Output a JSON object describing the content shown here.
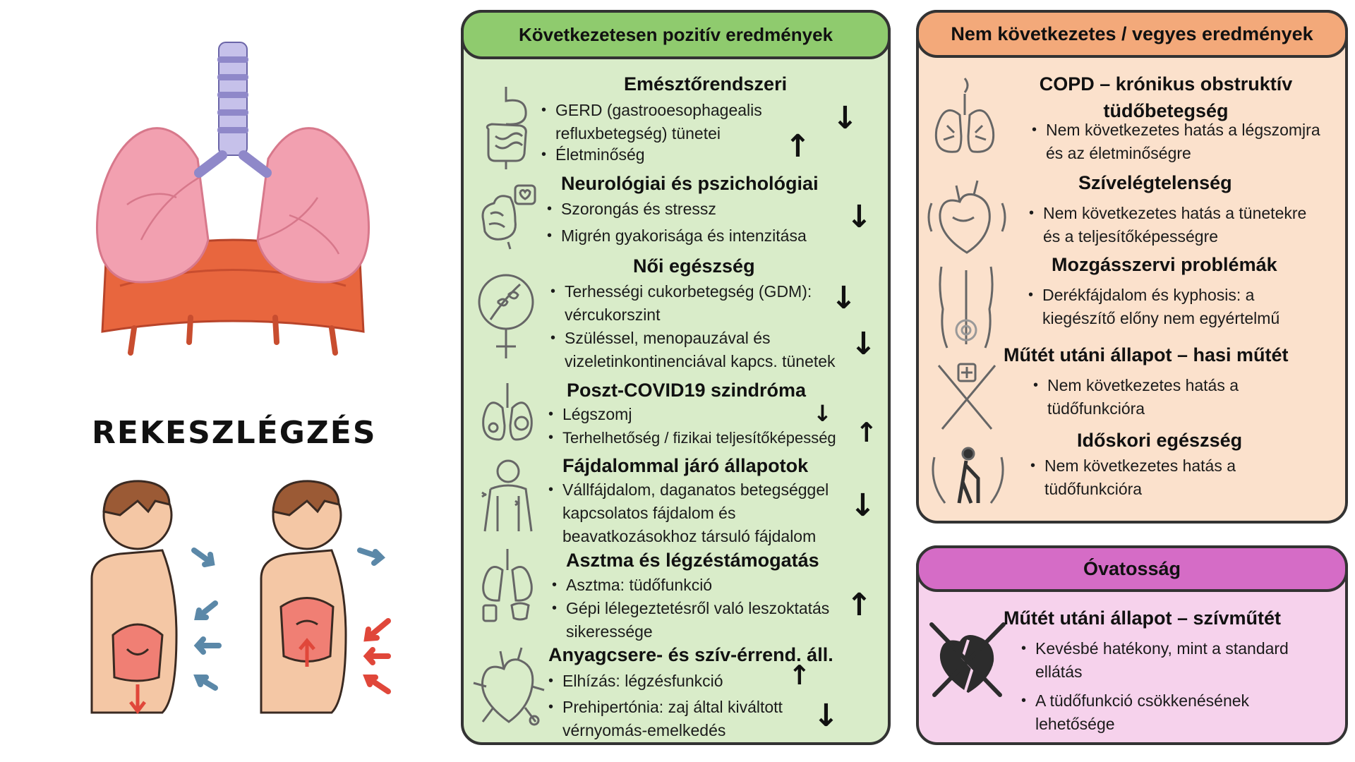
{
  "title": "REKESZLÉGZÉS",
  "colors": {
    "positive_header": "#8fcb6e",
    "positive_bg": "#d9ecc9",
    "mixed_header": "#f3a97a",
    "mixed_bg": "#fbe1cc",
    "caution_header": "#d56cc6",
    "caution_bg": "#f6d2ec",
    "lung": "#f2a0b0",
    "diaphragm": "#e8663e",
    "trachea": "#a9a3d8"
  },
  "positive": {
    "header": "Következetesen pozitív eredmények",
    "sections": [
      {
        "icon": "digestive-system-icon",
        "title": "Emésztőrendszeri",
        "bullets": [
          "GERD (gastrooesophagealis refluxbetegség) tünetei",
          "Életminőség"
        ]
      },
      {
        "icon": "brain-heart-icon",
        "title": "Neurológiai és pszichológiai",
        "bullets": [
          "Szorongás és stressz",
          "Migrén gyakorisága és intenzitása"
        ]
      },
      {
        "icon": "female-health-icon",
        "title": "Női egészség",
        "bullets": [
          "Terhességi cukorbetegség (GDM): vércukorszint",
          "Szüléssel, menopauzával és vizeletinkontinenciával kapcs. tünetek"
        ]
      },
      {
        "icon": "lungs-virus-icon",
        "title": "Poszt-COVID19 szindróma",
        "bullets": [
          "Légszomj",
          "Terhelhetőség / fizikai teljesítőképesség"
        ]
      },
      {
        "icon": "body-pain-icon",
        "title": "Fájdalommal járó állapotok",
        "bullets": [
          "Vállfájdalom, daganatos betegséggel kapcsolatos fájdalom és beavatkozásokhoz társuló fájdalom"
        ]
      },
      {
        "icon": "lungs-inhaler-icon",
        "title": "Asztma és légzéstámogatás",
        "bullets": [
          "Asztma: tüdőfunkció",
          "Gépi lélegeztetésről való leszoktatás sikeressége"
        ]
      },
      {
        "icon": "heart-vessels-icon",
        "title": "Anyagcsere- és szív-érrend. áll.",
        "bullets": [
          "Elhízás: légzésfunkció",
          "Prehipertónia: zaj által kiváltott vérnyomás-emelkedés"
        ]
      }
    ]
  },
  "mixed": {
    "header": "Nem következetes / vegyes eredmények",
    "sections": [
      {
        "icon": "smoking-lungs-icon",
        "title": "COPD – krónikus obstruktív tüdőbetegség",
        "bullets": [
          "Nem következetes hatás a légszomjra és az életminőségre"
        ]
      },
      {
        "icon": "heart-icon",
        "title": "Szívelégtelenség",
        "bullets": [
          "Nem következetes hatás a tünetekre és a teljesítőképességre"
        ]
      },
      {
        "icon": "back-pain-icon",
        "title": "Mozgásszervi problémák",
        "bullets": [
          "Derékfájdalom és kyphosis: a kiegészítő előny nem egyértelmű"
        ]
      },
      {
        "icon": "surgery-scalpels-icon",
        "title": "Műtét utáni állapot – hasi műtét",
        "bullets": [
          "Nem következetes hatás a tüdőfunkcióra"
        ]
      },
      {
        "icon": "elderly-person-icon",
        "title": "Időskori egészség",
        "bullets": [
          "Nem következetes hatás a tüdőfunkcióra"
        ]
      }
    ]
  },
  "caution": {
    "header": "Óvatosság",
    "icon": "broken-heart-surgery-icon",
    "title": "Műtét utáni állapot – szívműtét",
    "bullets": [
      "Kevésbé hatékony, mint a standard ellátás",
      "A tüdőfunkció csökkenésének lehetősége"
    ]
  }
}
